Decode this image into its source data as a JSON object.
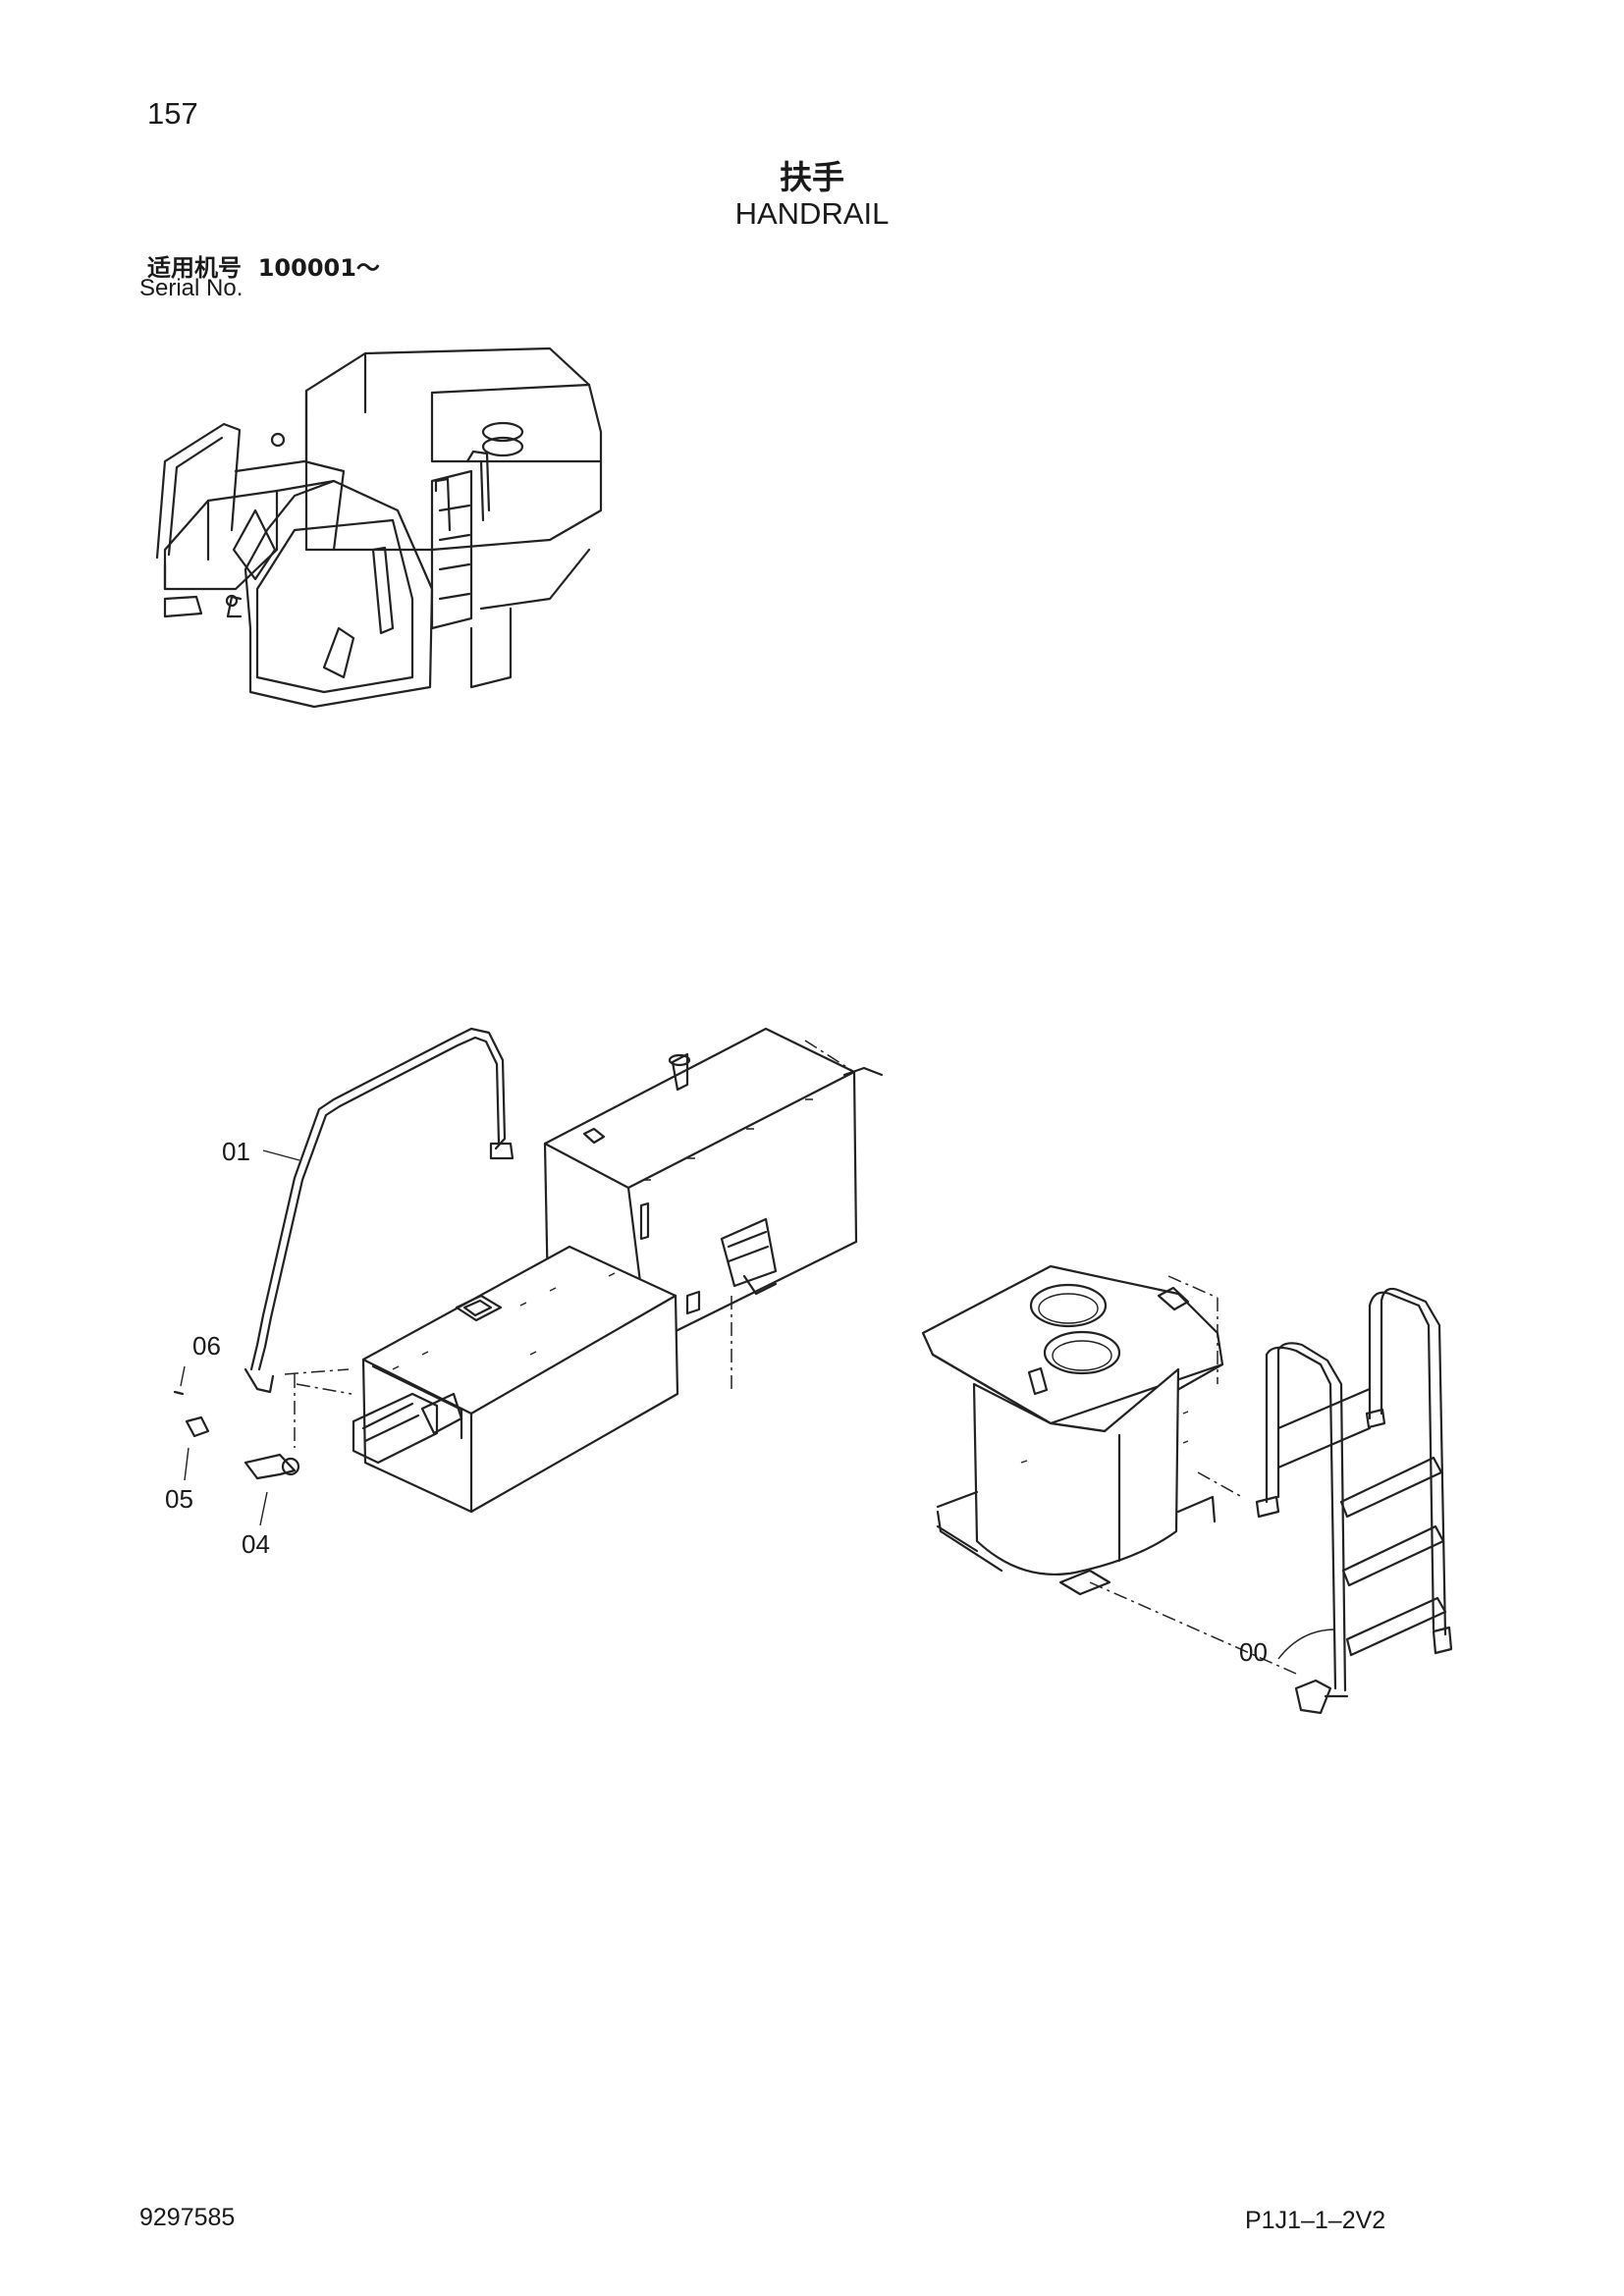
{
  "header": {
    "page_number": "157",
    "title_cn": "扶手",
    "title_en": "HANDRAIL",
    "serial_label_cn": "适用机号",
    "serial_range": "100001～",
    "serial_label_en": "Serial No."
  },
  "callouts": {
    "c01": "01",
    "c06": "06",
    "c05": "05",
    "c04": "04",
    "c00": "00"
  },
  "footer": {
    "doc_number": "9297585",
    "illustration_code": "P1J1–1–2V2"
  }
}
